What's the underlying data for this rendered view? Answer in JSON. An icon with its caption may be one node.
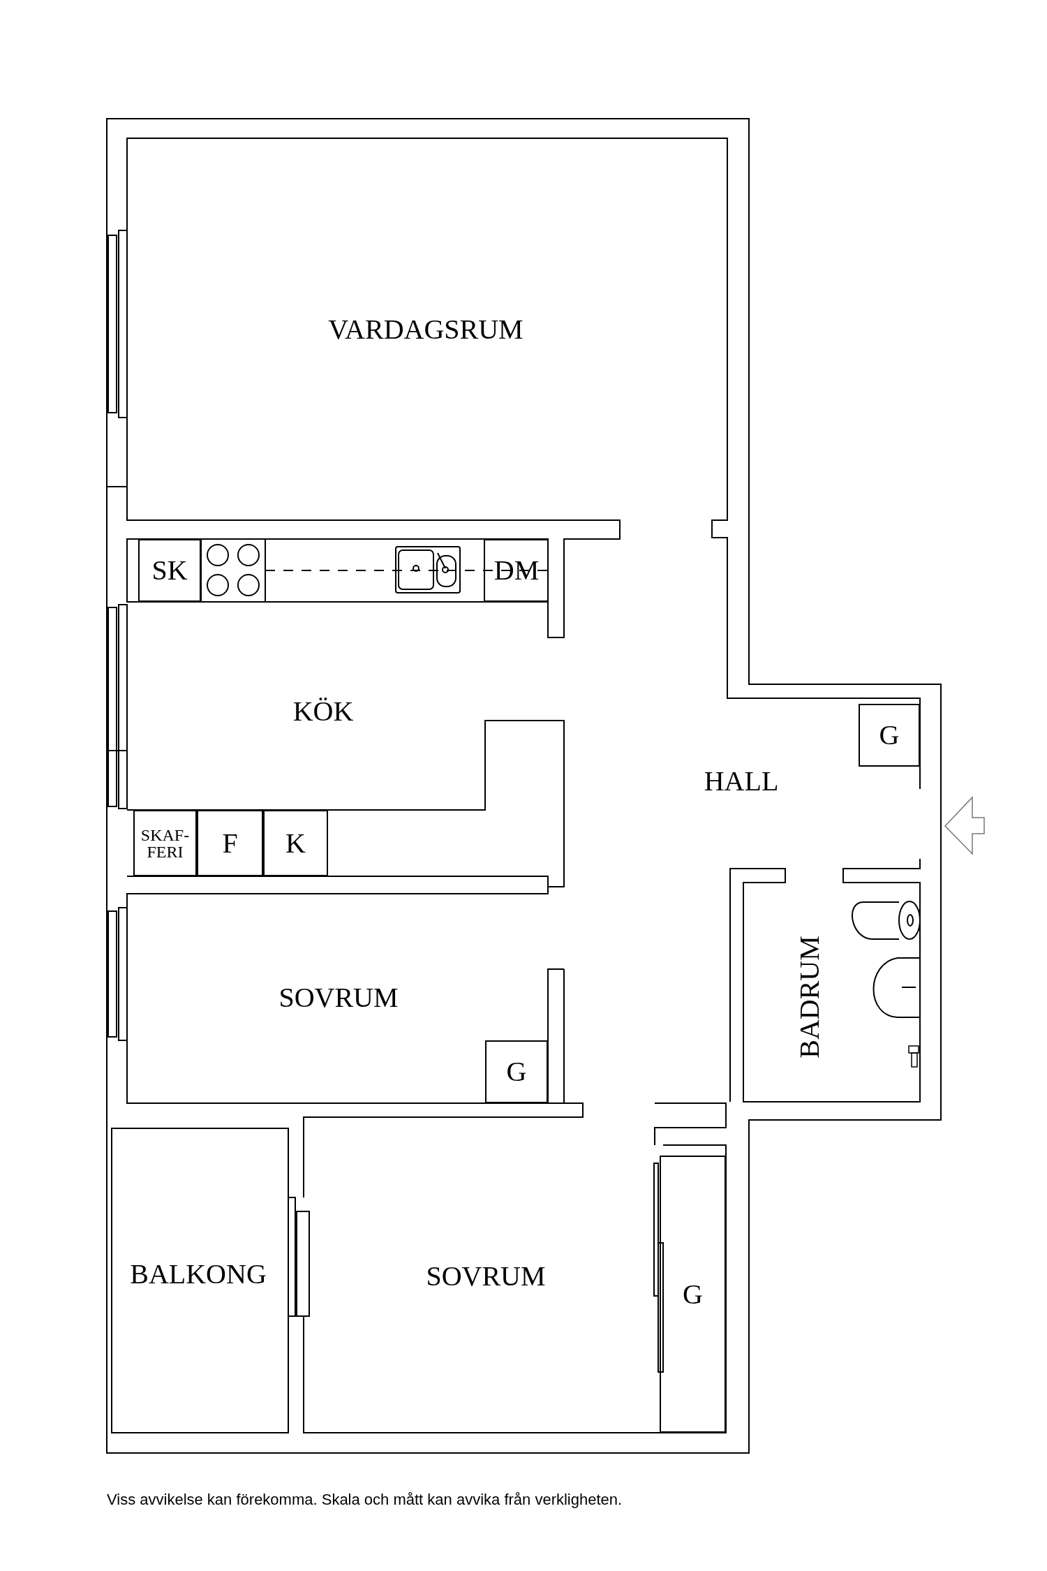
{
  "diagram": {
    "nodes": [
      {
        "text": [
          "VARDAGSRUM"
        ]
      },
      {
        "text": [
          "KÖK"
        ]
      },
      {
        "text": [
          "SK"
        ],
        "in": 1
      },
      {
        "text": [
          "DM"
        ],
        "in": 1
      },
      {
        "text": [
          "SKAF- FERI"
        ],
        "in": 1
      },
      {
        "text": [
          "F"
        ],
        "in": 1
      },
      {
        "text": [
          "K"
        ],
        "in": 1
      },
      {
        "text": [
          "HALL"
        ]
      },
      {
        "text": [
          "G"
        ],
        "in": 7
      },
      {
        "text": [
          "BADRUM"
        ]
      },
      {
        "text": [
          "SOVRUM"
        ]
      },
      {
        "text": [
          "G"
        ],
        "in": 10
      },
      {
        "text": [
          "BALKONG"
        ]
      },
      {
        "text": [
          "SOVRUM"
        ]
      },
      {
        "text": [
          "G"
        ],
        "in": 13
      }
    ],
    "caption": "Viss avvikelse kan förekomma. Skala och mått kan avvika från verkligheten."
  }
}
